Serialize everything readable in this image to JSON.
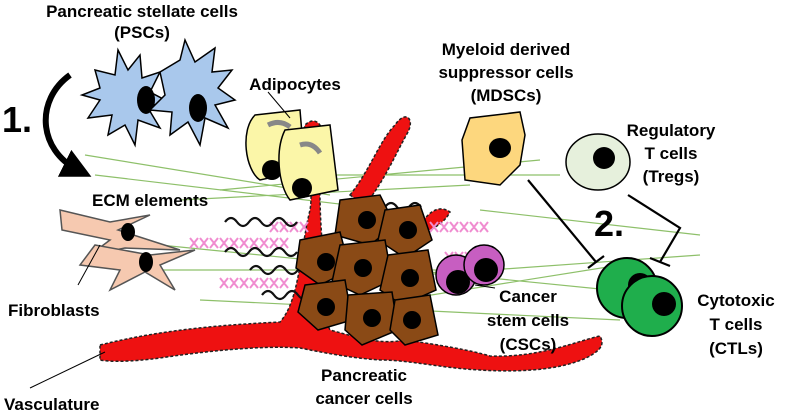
{
  "labels": {
    "pscs_line1": "Pancreatic stellate cells",
    "pscs_line2": "(PSCs)",
    "step1": "1.",
    "adipocytes": "Adipocytes",
    "mdsc_line1": "Myeloid derived",
    "mdsc_line2": "suppressor cells",
    "mdsc_line3": "(MDSCs)",
    "treg_line1": "Regulatory",
    "treg_line2": "T cells",
    "treg_line3": "(Tregs)",
    "ecm": "ECM elements",
    "step2": "2.",
    "fibroblasts": "Fibroblasts",
    "csc_line1": "Cancer",
    "csc_line2": "stem cells",
    "csc_line3": "(CSCs)",
    "ctl_line1": "Cytotoxic",
    "ctl_line2": "T cells",
    "ctl_line3": "(CTLs)",
    "pcc_line1": "Pancreatic",
    "pcc_line2": "cancer cells",
    "vasculature": "Vasculature"
  },
  "colors": {
    "psc": "#a9c8ec",
    "adipocyte": "#fbf6a8",
    "mdsc": "#fdd77e",
    "treg": "#e6f0dc",
    "fibroblast": "#f6c9b0",
    "cancer_cell": "#8a4a16",
    "csc": "#c75ec1",
    "ctl": "#1fae4c",
    "vessel": "#ee1111",
    "collagen": "#f08cd0",
    "fiber": "#8ec06a"
  }
}
